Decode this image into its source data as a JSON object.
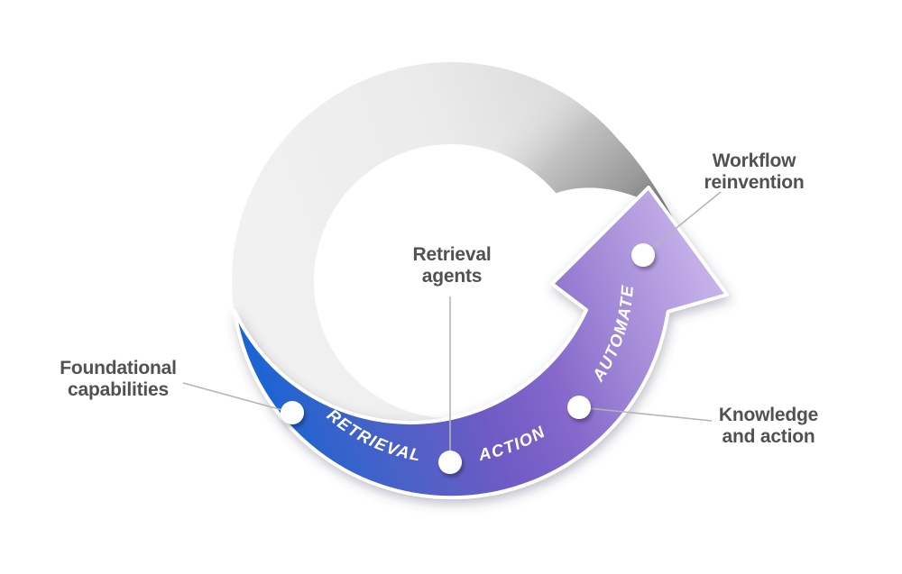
{
  "diagram": {
    "name": "circular-process-arrow-cycle",
    "stages": [
      {
        "id": "retrieval",
        "label": "RETRIEVAL"
      },
      {
        "id": "action",
        "label": "ACTION"
      },
      {
        "id": "automate",
        "label": "AUTOMATE"
      }
    ],
    "callouts": [
      {
        "id": "foundational-capabilities",
        "line1": "Foundational",
        "line2": "capabilities"
      },
      {
        "id": "retrieval-agents",
        "line1": "Retrieval",
        "line2": "agents"
      },
      {
        "id": "knowledge-and-action",
        "line1": "Knowledge",
        "line2": "and action"
      },
      {
        "id": "workflow-reinvention",
        "line1": "Workflow",
        "line2": "reinvention"
      }
    ],
    "colors": {
      "arc_start_blue": "#1065d8",
      "arc_mid_purple": "#6e5ac4",
      "arc_end_light_purple": "#c6b2ea",
      "ring_gray": "#efefef",
      "ring_shadow_end": "#777777",
      "label_text": "#515151",
      "arc_text": "#ffffff",
      "callout_line": "#b5b5b5",
      "background": "#ffffff"
    }
  }
}
